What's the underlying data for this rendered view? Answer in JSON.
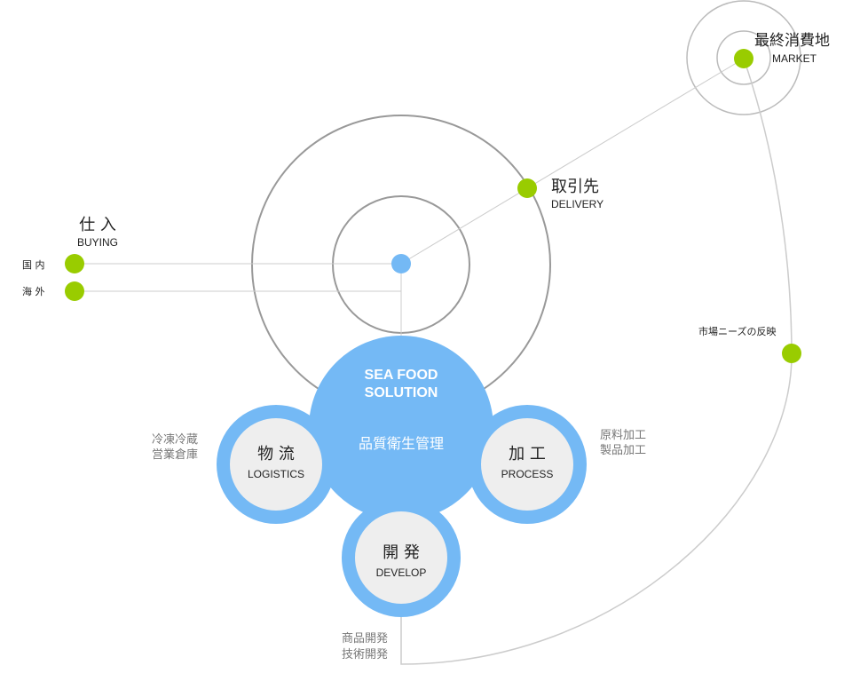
{
  "buying": {
    "title": "仕 入",
    "subtitle": "BUYING",
    "domestic": "国 内",
    "overseas": "海 外"
  },
  "delivery": {
    "title": "取引先",
    "subtitle": "DELIVERY"
  },
  "market": {
    "title": "最終消費地",
    "subtitle": "MARKET",
    "feedback": "市場ニーズの反映"
  },
  "core": {
    "title_line1": "SEA FOOD",
    "title_line2": "SOLUTION",
    "subtitle": "品質衛生管理"
  },
  "logistics": {
    "title": "物 流",
    "subtitle": "LOGISTICS",
    "note_line1": "冷凍冷蔵",
    "note_line2": "営業倉庫"
  },
  "process": {
    "title": "加 工",
    "subtitle": "PROCESS",
    "note_line1": "原料加工",
    "note_line2": "製品加工"
  },
  "develop": {
    "title": "開 発",
    "subtitle": "DEVELOP",
    "note_line1": "商品開発",
    "note_line2": "技術開発"
  },
  "colors": {
    "node_green": "#99cc00",
    "node_blue": "#74b9f5",
    "core_blue": "#74b9f5",
    "inner_gray": "#eeeeee",
    "line_gray": "#cccccc",
    "ring_gray": "#999999"
  }
}
